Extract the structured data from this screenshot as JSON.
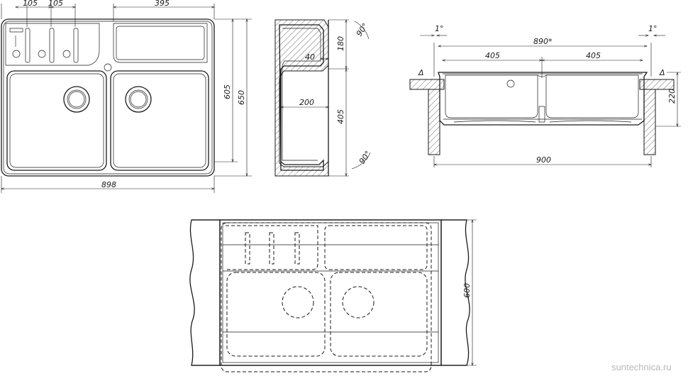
{
  "top_view": {
    "dims": {
      "d105a": "105",
      "d105b": "105",
      "d395": "395",
      "d605": "605",
      "d650": "650",
      "d898": "898"
    }
  },
  "side_section": {
    "dims": {
      "d180": "180",
      "d40": "40",
      "d200": "200",
      "d405": "405",
      "a90top": "90°",
      "a90bot": "90°"
    }
  },
  "front_section": {
    "dims": {
      "d890": "890*",
      "d405l": "405",
      "d405r": "405",
      "d900": "900",
      "d220": "220",
      "a1l": "1°",
      "a1r": "1°",
      "deltaL": "Δ",
      "deltaR": "Δ"
    }
  },
  "install_view": {
    "dims": {
      "d600": "600"
    }
  },
  "watermark": "suntechnica.ru"
}
